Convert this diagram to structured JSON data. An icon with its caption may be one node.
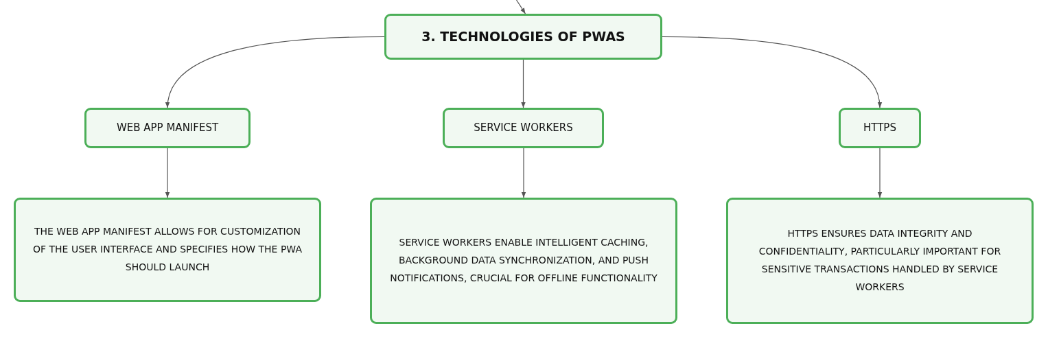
{
  "diagram": {
    "nodes": [
      {
        "text": [
          "3. TECHNOLOGIES OF PWAS"
        ]
      },
      {
        "text": [
          "WEB APP MANIFEST"
        ]
      },
      {
        "text": [
          "SERVICE WORKERS"
        ]
      },
      {
        "text": [
          "HTTPS"
        ]
      },
      {
        "text": [
          "THE WEB APP MANIFEST ALLOWS FOR CUSTOMIZATION OF THE USER INTERFACE AND SPECIFIES HOW THE PWA SHOULD LAUNCH"
        ]
      },
      {
        "text": [
          "SERVICE WORKERS ENABLE INTELLIGENT CACHING, BACKGROUND DATA SYNCHRONIZATION, AND PUSH NOTIFICATIONS, CRUCIAL FOR OFFLINE FUNCTIONALITY"
        ]
      },
      {
        "text": [
          "HTTPS ENSURES DATA INTEGRITY AND CONFIDENTIALITY, PARTICULARLY IMPORTANT FOR SENSITIVE TRANSACTIONS HANDLED BY SERVICE WORKERS"
        ]
      }
    ],
    "edges": [
      {
        "from": null,
        "to": 0,
        "arrow": "to"
      },
      {
        "from": 0,
        "to": 1,
        "arrow": "to"
      },
      {
        "from": 0,
        "to": 2,
        "arrow": "to"
      },
      {
        "from": 0,
        "to": 3,
        "arrow": "to"
      },
      {
        "from": 1,
        "to": 4,
        "arrow": "to"
      },
      {
        "from": 2,
        "to": 5,
        "arrow": "to"
      },
      {
        "from": 3,
        "to": 6,
        "arrow": "to"
      }
    ]
  }
}
